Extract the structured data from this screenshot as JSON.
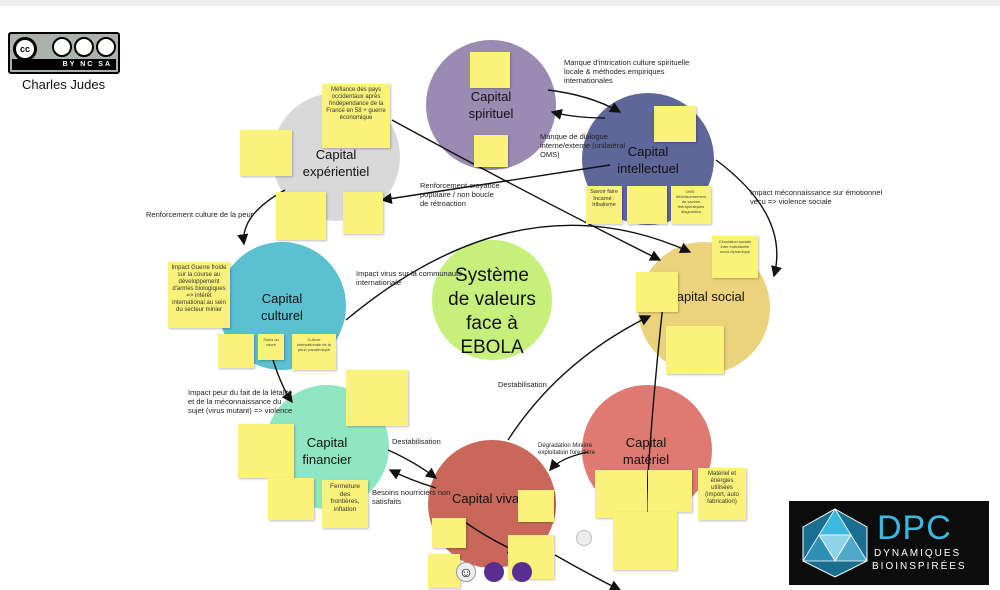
{
  "license": {
    "cc": "cc",
    "badge": "BY  NC  SA",
    "author": "Charles Judes"
  },
  "center": {
    "title": "Système de valeurs face à EBOLA"
  },
  "capitals": [
    {
      "id": "spirituel",
      "title": "Capital spirituel",
      "color": "#9b8bb3"
    },
    {
      "id": "intellectuel",
      "title": "Capital intellectuel",
      "color": "#5f6699"
    },
    {
      "id": "experientiel",
      "title": "Capital expérientiel",
      "color": "#d9d9d9"
    },
    {
      "id": "culturel",
      "title": "Capital culturel",
      "color": "#5bc0d0"
    },
    {
      "id": "social",
      "title": "Capital social",
      "color": "#ecd27c"
    },
    {
      "id": "financier",
      "title": "Capital financier",
      "color": "#8fe6c2"
    },
    {
      "id": "materiel",
      "title": "Capital matériel",
      "color": "#de7a72"
    },
    {
      "id": "vivant",
      "title": "Capital vivant",
      "color": "#c9685a"
    }
  ],
  "center_color": "#c6ef7c",
  "labels": [
    "Manque d'intrication culture spirituelle locale & méthodes empiriques internationales",
    "Manque de dialogue interne/externe (unilatéral OMS)",
    "Renforcement croyance populaire / non boucle de rétroaction",
    "Renforcement culture de la peur",
    "Impact méconnaissance sur émotionnel vécu => violence sociale",
    "Impact virus sur la communauté internationale",
    "Destabilisation",
    "Impact peur du fait de la létalité et de la méconnaissance du sujet (virus mutant) => violence",
    "Destabilisation",
    "Dégradation Minière exploitation forestière",
    "Besoins nourriciers non satisfaits"
  ],
  "notes": {
    "experientiel_top": "Méfiance des pays occidentaux après l'indépendance de la France en 58 + guerre économique",
    "intel_1": "Savoir faire Incarné : tribalisme",
    "intel_2": "OMS : décloisonnement de savoirs thérapeutiques diagnostics",
    "culturel_1": "Impact Guerre froide sur la course au développement d'armes biologiques => intérêt international au sein du secteur minier",
    "culturel_2": "Soins du sacré",
    "culturel_3": "Culture internationale de la peur/ pandémique",
    "financier_1": "Fermeture des frontières, inflation",
    "materiel_1": "Matériel et énergies utilisées (import, auto fabrication)",
    "social_1": "Circulation sociale inter individuelle socio-dynamique"
  },
  "dpc": {
    "big": "DPC",
    "line1": "DYNAMIQUES",
    "line2": "BIOINSPIRÉES"
  },
  "icons": [
    "smiley-icon",
    "clipboard-icon",
    "clipboard-icon"
  ]
}
